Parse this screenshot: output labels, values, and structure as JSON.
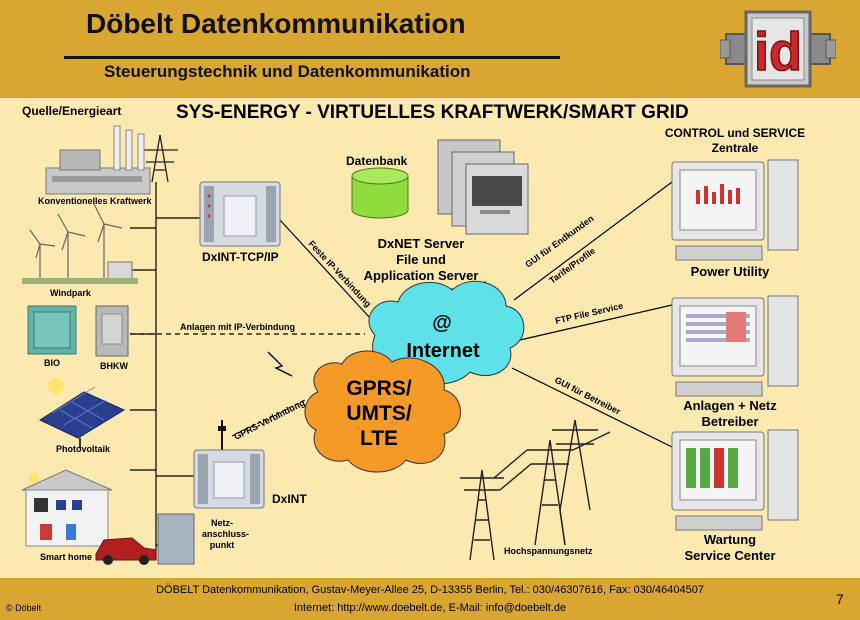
{
  "header": {
    "title": "Döbelt Datenkommunikation",
    "subtitle": "Steuerungstechnik und Datenkommunikation",
    "logo_text": "id"
  },
  "diagram": {
    "title": "SYS-ENERGY - VIRTUELLES KRAFTWERK/SMART GRID",
    "sources_heading": "Quelle/Energieart",
    "sources": {
      "conventional": "Konventionelles Kraftwerk",
      "wind": "Windpark",
      "bio": "BIO",
      "bhkw": "BHKW",
      "pv": "Photovoltaik",
      "smarthome": "Smart home"
    },
    "database": "Datenbank",
    "server": [
      "DxNET Server",
      "File und",
      "Application Server"
    ],
    "dxint_tcp": "DxINT-TCP/IP",
    "dxint": "DxINT",
    "netzanschluss": [
      "Netz-",
      "anschluss-",
      "punkt"
    ],
    "internet_cloud": [
      "@",
      "Internet"
    ],
    "gprs_cloud": [
      "GPRS/",
      "UMTS/",
      "LTE"
    ],
    "link_feste_ip": "Feste IP-Verbindung",
    "link_anlagen_ip": "Anlagen mit IP-Verbindung",
    "link_gprs": "GPRS-Verbindung",
    "link_gui_endkunden": "GUI für Endkunden",
    "link_tarife": "Tarife/Profile",
    "link_ftp": "FTP File Service",
    "link_gui_betreiber": "GUI für Betreiber",
    "control_center": [
      "CONTROL und SERVICE",
      "Zentrale"
    ],
    "power_utility": "Power Utility",
    "anlagen_netz": [
      "Anlagen + Netz",
      "Betreiber"
    ],
    "wartung": [
      "Wartung",
      "Service Center"
    ],
    "hochspannung": "Hochspannungsnetz"
  },
  "footer": {
    "line1": "DÖBELT Datenkommunikation, Gustav-Meyer-Allee 25, D-13355 Berlin, Tel.: 030/46307616, Fax: 030/46404507",
    "line2": "Internet: http://www.doebelt.de, E-Mail: info@doebelt.de",
    "copyright": "© Döbelt",
    "page": "7"
  },
  "colors": {
    "header_bg": "#d9a631",
    "page_bg": "#fbe9b0",
    "internet_cloud": "#5fe1ea",
    "gprs_cloud": "#f59a26",
    "database": "#8fdc3c",
    "logo_red": "#cc2a2a"
  }
}
